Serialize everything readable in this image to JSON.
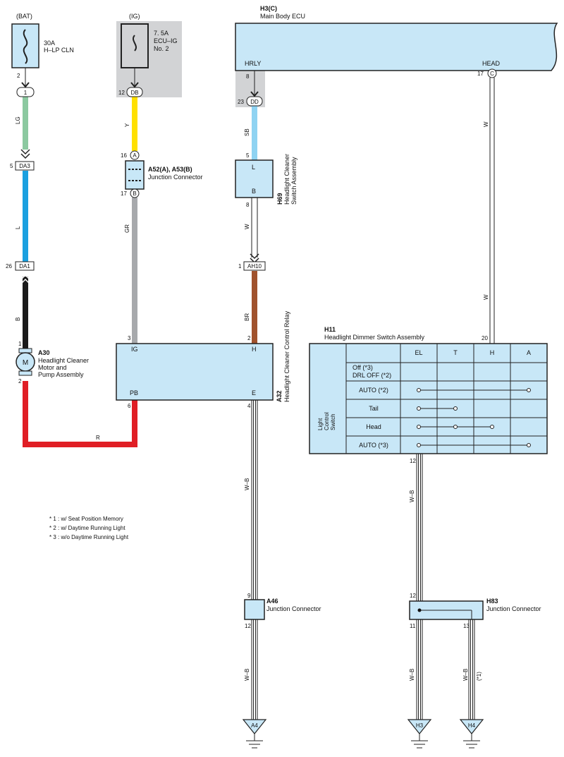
{
  "colors": {
    "LG": "#8cc9a0",
    "L": "#1aa0e0",
    "B": "#1a1a1a",
    "R": "#e01e25",
    "Y": "#ffe000",
    "GR": "#a7a9ac",
    "SB": "#8fd3f2",
    "BR": "#a0522d",
    "W": "#ffffff",
    "component": "#c8e7f7",
    "shade": "#d2d3d5"
  },
  "sources": {
    "bat": {
      "label": "(BAT)",
      "rating": "30A",
      "name": "H–LP CLN",
      "pin": "2",
      "junction": "1"
    },
    "ig": {
      "label": "(IG)",
      "rating": "7. 5A",
      "name1": "ECU–IG",
      "name2": "No. 2",
      "pin": "12",
      "junction": "DB"
    }
  },
  "ecu": {
    "code": "H3(C)",
    "name": "Main Body ECU",
    "hrly": "HRLY",
    "head": "HEAD",
    "hrly_pin": "8",
    "head_pin": "17",
    "head_junction": "C",
    "hrly_conn_pin": "23",
    "hrly_junction": "DD"
  },
  "wires": {
    "lg": "LG",
    "l": "L",
    "b": "B",
    "r": "R",
    "y": "Y",
    "gr": "GR",
    "sb": "SB",
    "w1": "W",
    "br": "BR",
    "w2": "W",
    "w3": "W",
    "wb1": "W–B",
    "wb2": "W–B",
    "wb3": "W–B",
    "wb4": "W–B",
    "wb5": "W–B",
    "note1": "(*1)"
  },
  "connectors": {
    "da3_pin": "5",
    "da3": "DA3",
    "da1_pin": "26",
    "da1": "DA1",
    "ah10_pin": "1",
    "ah10": "AH10"
  },
  "motor": {
    "code": "A30",
    "name1": "Headlight Cleaner",
    "name2": "Motor and",
    "name3": "Pump Assembly",
    "symbol": "M",
    "pin1": "1",
    "pin2": "2"
  },
  "jc_a52": {
    "code": "A52(A), A53(B)",
    "name": "Junction Connector",
    "pin_a": "16",
    "a": "A",
    "pin_b": "17",
    "b": "B"
  },
  "switch_h69": {
    "code": "H69",
    "name1": "Headlight Cleaner",
    "name2": "Switch Assembly",
    "l": "L",
    "b": "B",
    "pin_l": "5",
    "pin_b": "8"
  },
  "relay": {
    "code": "A32",
    "name": "Headlight Cleaner Control Relay",
    "ig": "IG",
    "h": "H",
    "pb": "PB",
    "e": "E",
    "pin_ig": "3",
    "pin_h": "2",
    "pin_pb": "6",
    "pin_e": "4"
  },
  "dimmer": {
    "code": "H11",
    "name": "Headlight Dimmer Switch Assembly",
    "pin_top": "20",
    "pin_bottom": "12",
    "side_label": [
      "Light",
      "Control",
      "Switch"
    ],
    "columns": [
      "EL",
      "T",
      "H",
      "A"
    ],
    "rows": [
      {
        "label1": "Off (*3)",
        "label2": "DRL OFF (*2)",
        "dots": []
      },
      {
        "label1": "AUTO (*2)",
        "label2": "",
        "dots": [
          0,
          3
        ]
      },
      {
        "label1": "Tail",
        "label2": "",
        "dots": [
          0,
          1
        ]
      },
      {
        "label1": "Head",
        "label2": "",
        "dots": [
          0,
          1,
          2
        ]
      },
      {
        "label1": "AUTO (*3)",
        "label2": "",
        "dots": [
          0,
          3
        ]
      }
    ]
  },
  "notes": [
    "* 1 : w/ Seat Position Memory",
    "* 2 : w/ Daytime Running Light",
    "* 3 : w/o Daytime Running Light"
  ],
  "jc_a46": {
    "code": "A46",
    "name": "Junction Connector",
    "pin_in": "9",
    "pin_out": "12"
  },
  "jc_h83": {
    "code": "H83",
    "name": "Junction Connector",
    "pin_in": "12",
    "pin_out1": "11",
    "pin_out2": "13"
  },
  "grounds": {
    "a4": "A4",
    "h3": "H3",
    "h4": "H4"
  }
}
